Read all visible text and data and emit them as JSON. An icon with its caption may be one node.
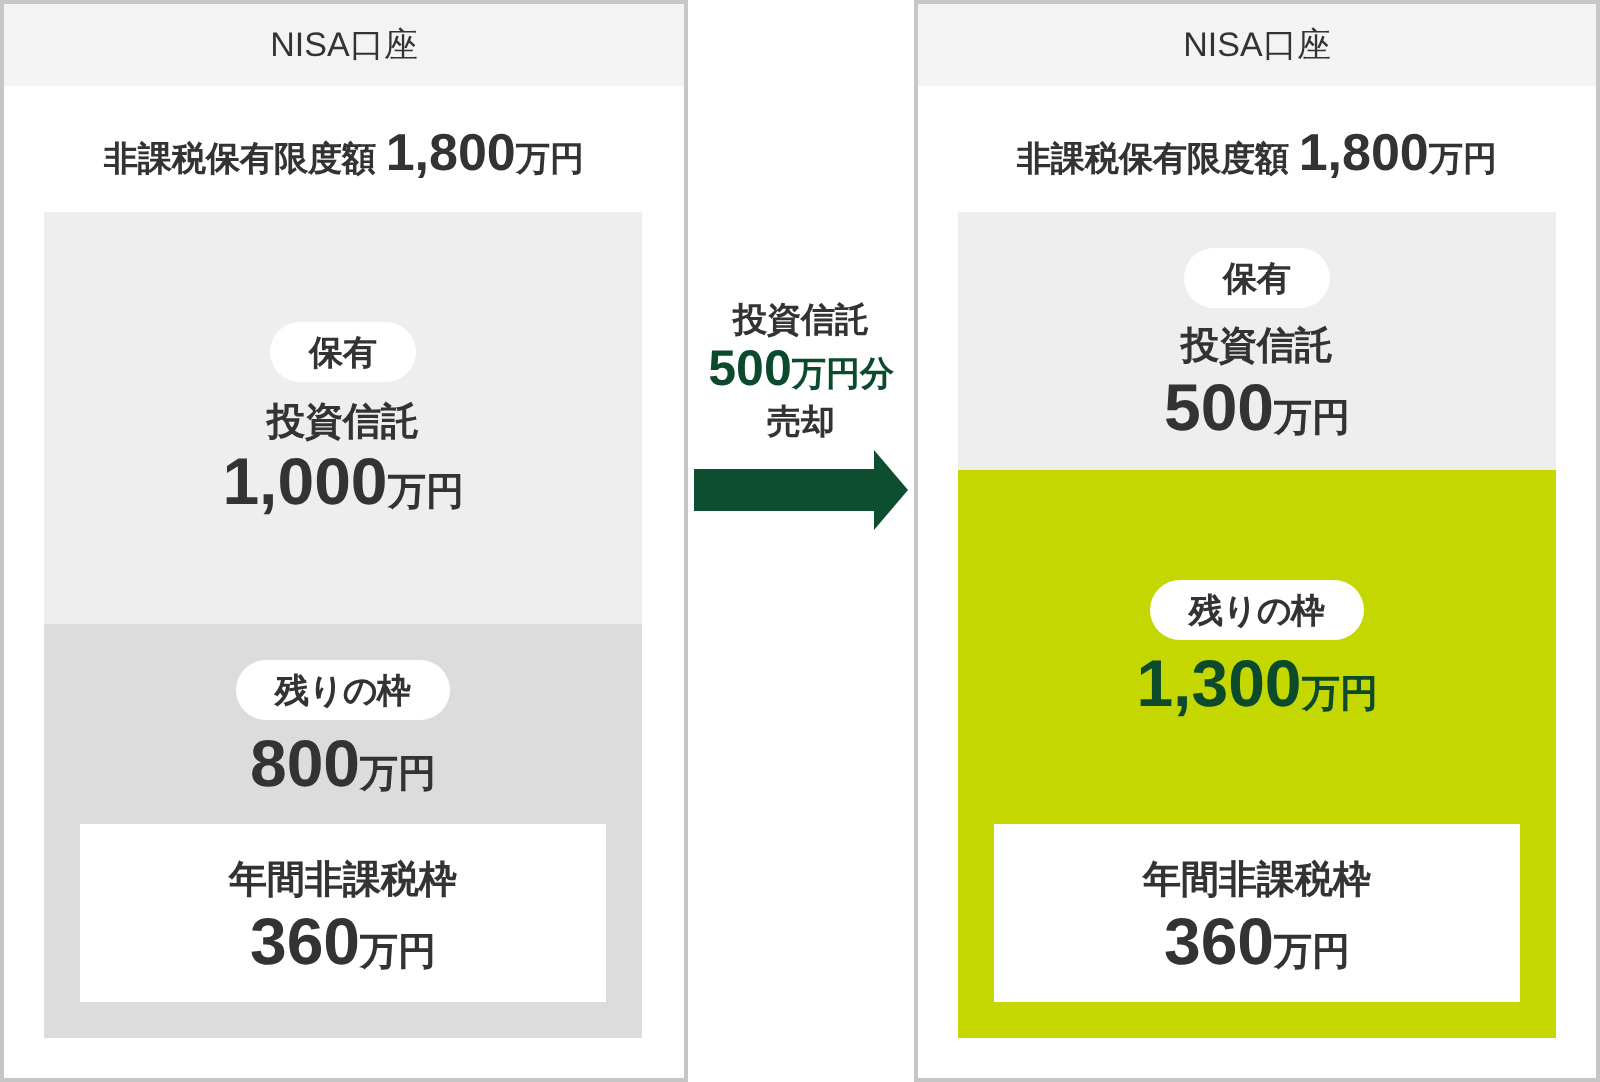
{
  "diagram": {
    "nodes": [
      {
        "text": [
          "NISA口座",
          "非課税保有限度額 1,800万円"
        ]
      },
      {
        "text": [
          "投資信託",
          "1,000万円"
        ],
        "in": 0
      },
      {
        "text": [
          "保有"
        ],
        "in": 1
      },
      {
        "text": [
          "800万円"
        ],
        "in": 0
      },
      {
        "text": [
          "残りの枠"
        ],
        "in": 3
      },
      {
        "text": [
          "年間非課税枠",
          "360万円"
        ],
        "in": 3
      },
      {
        "text": [
          "NISA口座",
          "非課税保有限度額 1,800万円"
        ]
      },
      {
        "text": [
          "投資信託",
          "500万円"
        ],
        "in": 6
      },
      {
        "text": [
          "保有"
        ],
        "in": 7
      },
      {
        "text": [
          "1,300万円"
        ],
        "in": 6
      },
      {
        "text": [
          "残りの枠"
        ],
        "in": 9
      },
      {
        "text": [
          "年間非課税枠",
          "360万円"
        ],
        "in": 9
      }
    ],
    "edges": [
      {
        "from": 0,
        "to": 6,
        "arrow": "to",
        "label": "投資信託**500万円分**売却"
      }
    ]
  }
}
